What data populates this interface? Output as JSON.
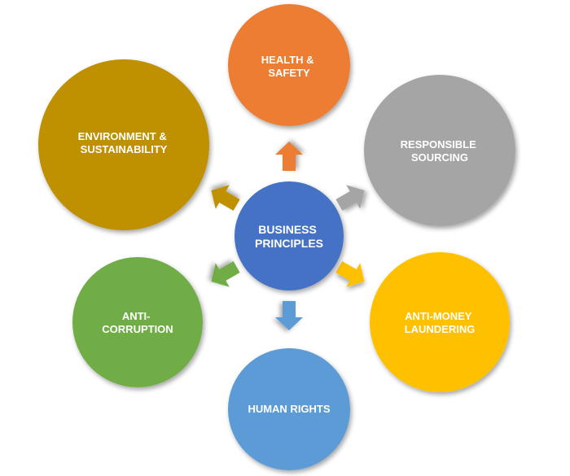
{
  "center": {
    "label_lines": [
      "BUSINESS",
      "PRINCIPLES"
    ],
    "color": "#4472C4"
  },
  "nodes": [
    {
      "id": "health-safety",
      "label_lines": [
        "HEALTH &",
        "SAFETY"
      ],
      "color": "#ED7D31"
    },
    {
      "id": "responsible-sourcing",
      "label_lines": [
        "RESPONSIBLE",
        "SOURCING"
      ],
      "color": "#A5A5A5"
    },
    {
      "id": "anti-money-laundering",
      "label_lines": [
        "ANTI-MONEY",
        "LAUNDERING"
      ],
      "color": "#FFC000"
    },
    {
      "id": "human-rights",
      "label_lines": [
        "HUMAN RIGHTS"
      ],
      "color": "#5B9BD5"
    },
    {
      "id": "anti-corruption",
      "label_lines": [
        "ANTI-",
        "CORRUPTION"
      ],
      "color": "#70AD47"
    },
    {
      "id": "environment-sustainability",
      "label_lines": [
        "ENVIRONMENT &",
        "SUSTAINABILITY"
      ],
      "color": "#BF9000"
    }
  ]
}
